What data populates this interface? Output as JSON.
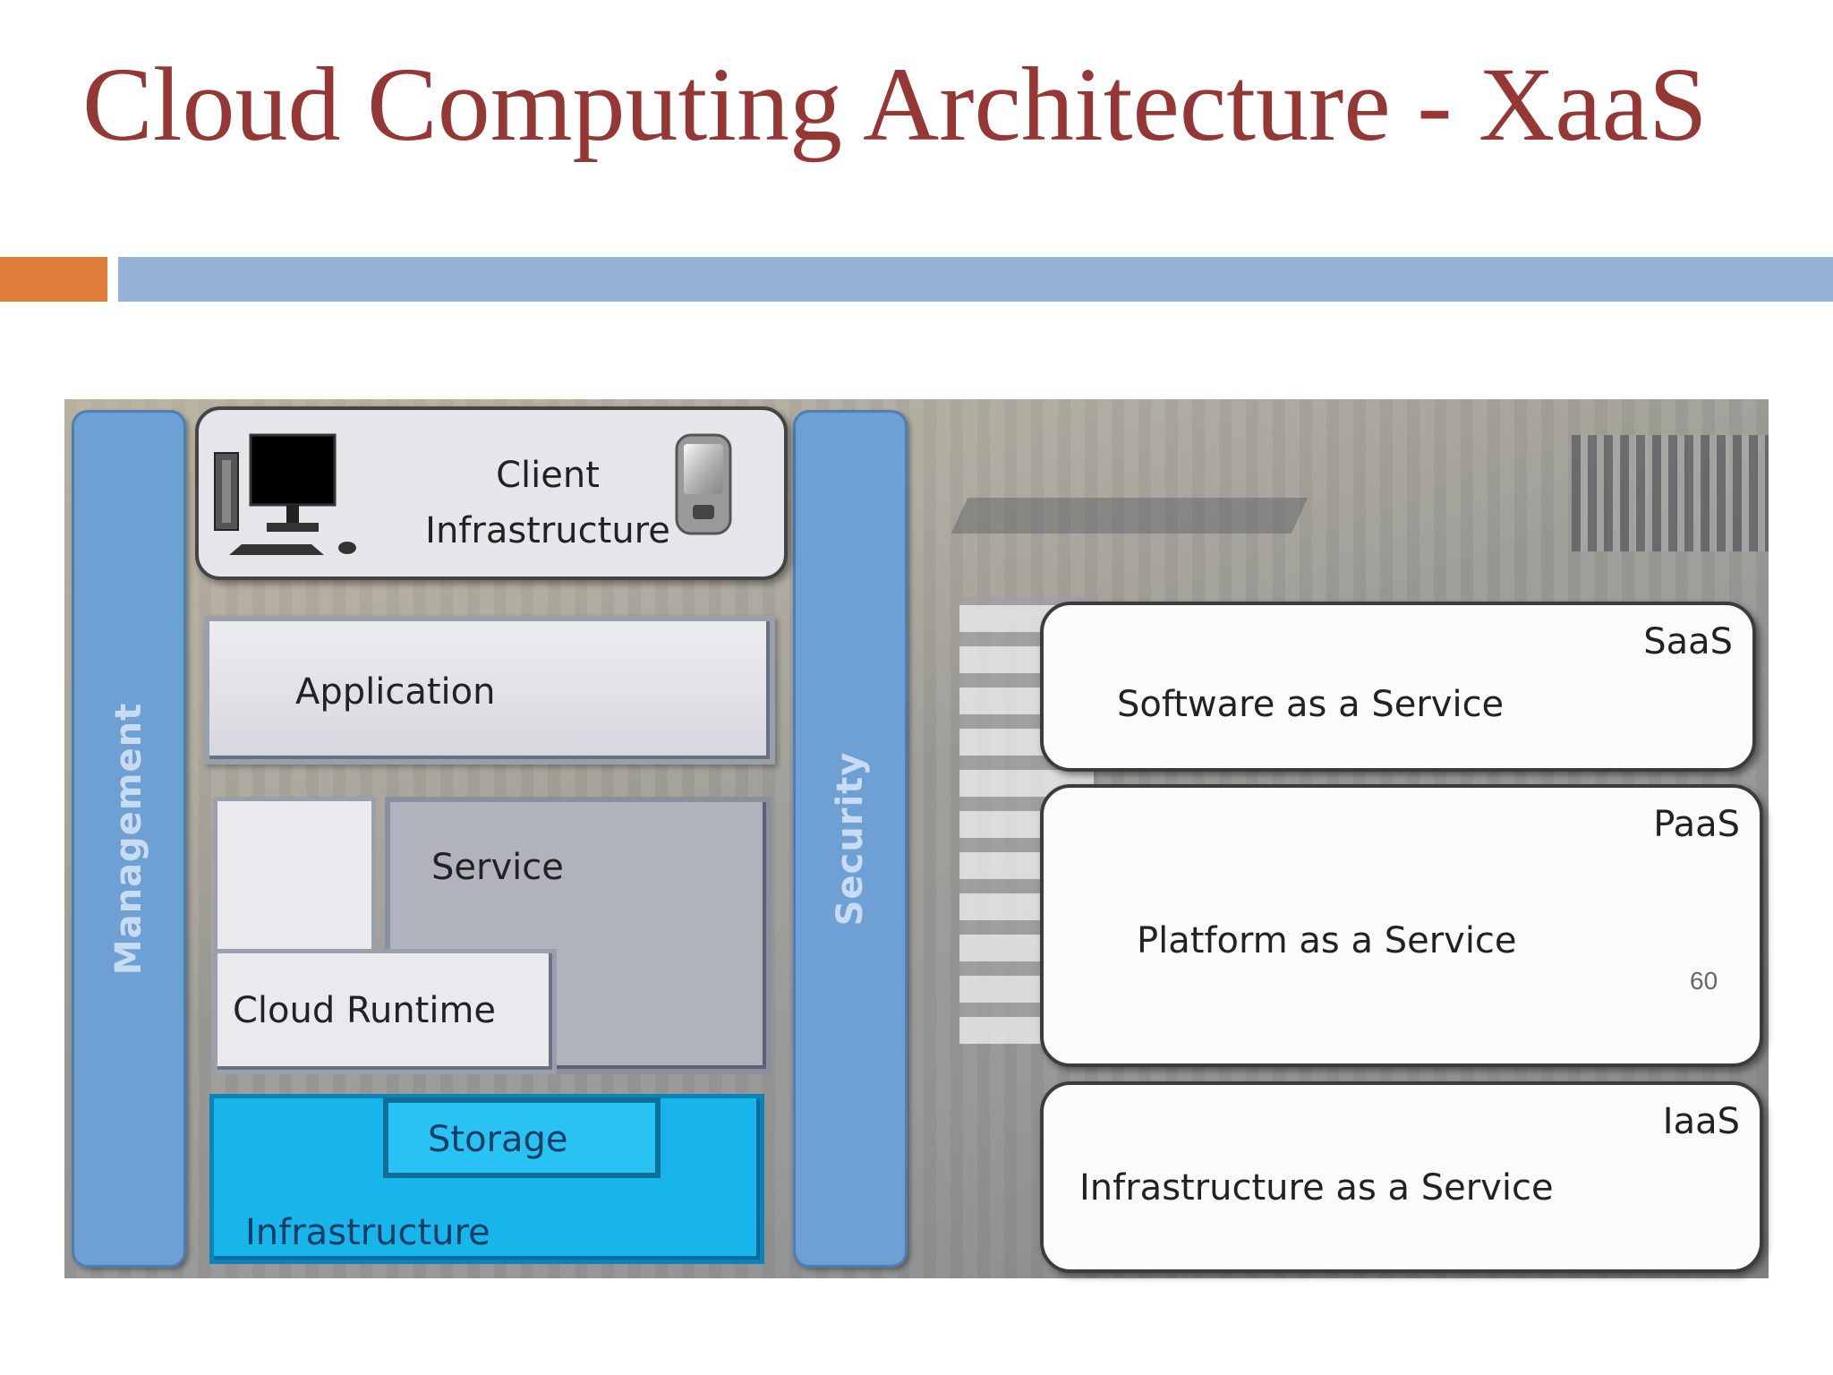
{
  "slide": {
    "title": "Cloud Computing Architecture - XaaS",
    "page_number": "60"
  },
  "diagram": {
    "pillars": {
      "left": "Management",
      "right": "Security"
    },
    "client": {
      "line1": "Client",
      "line2": "Infrastructure"
    },
    "layers": {
      "application": "Application",
      "service": "Service",
      "cloud_runtime": "Cloud Runtime",
      "storage": "Storage",
      "infrastructure": "Infrastructure"
    },
    "models": [
      {
        "short": "SaaS",
        "long": "Software as a Service"
      },
      {
        "short": "PaaS",
        "long": "Platform as a Service"
      },
      {
        "short": "IaaS",
        "long": "Infrastructure as a Service"
      }
    ],
    "colors": {
      "title": "#953735",
      "accent_orange": "#e07b39",
      "accent_blue": "#95b3d7",
      "pillar_blue": "#6fa0d4",
      "infrastructure_cyan": "#17b5ea"
    }
  }
}
